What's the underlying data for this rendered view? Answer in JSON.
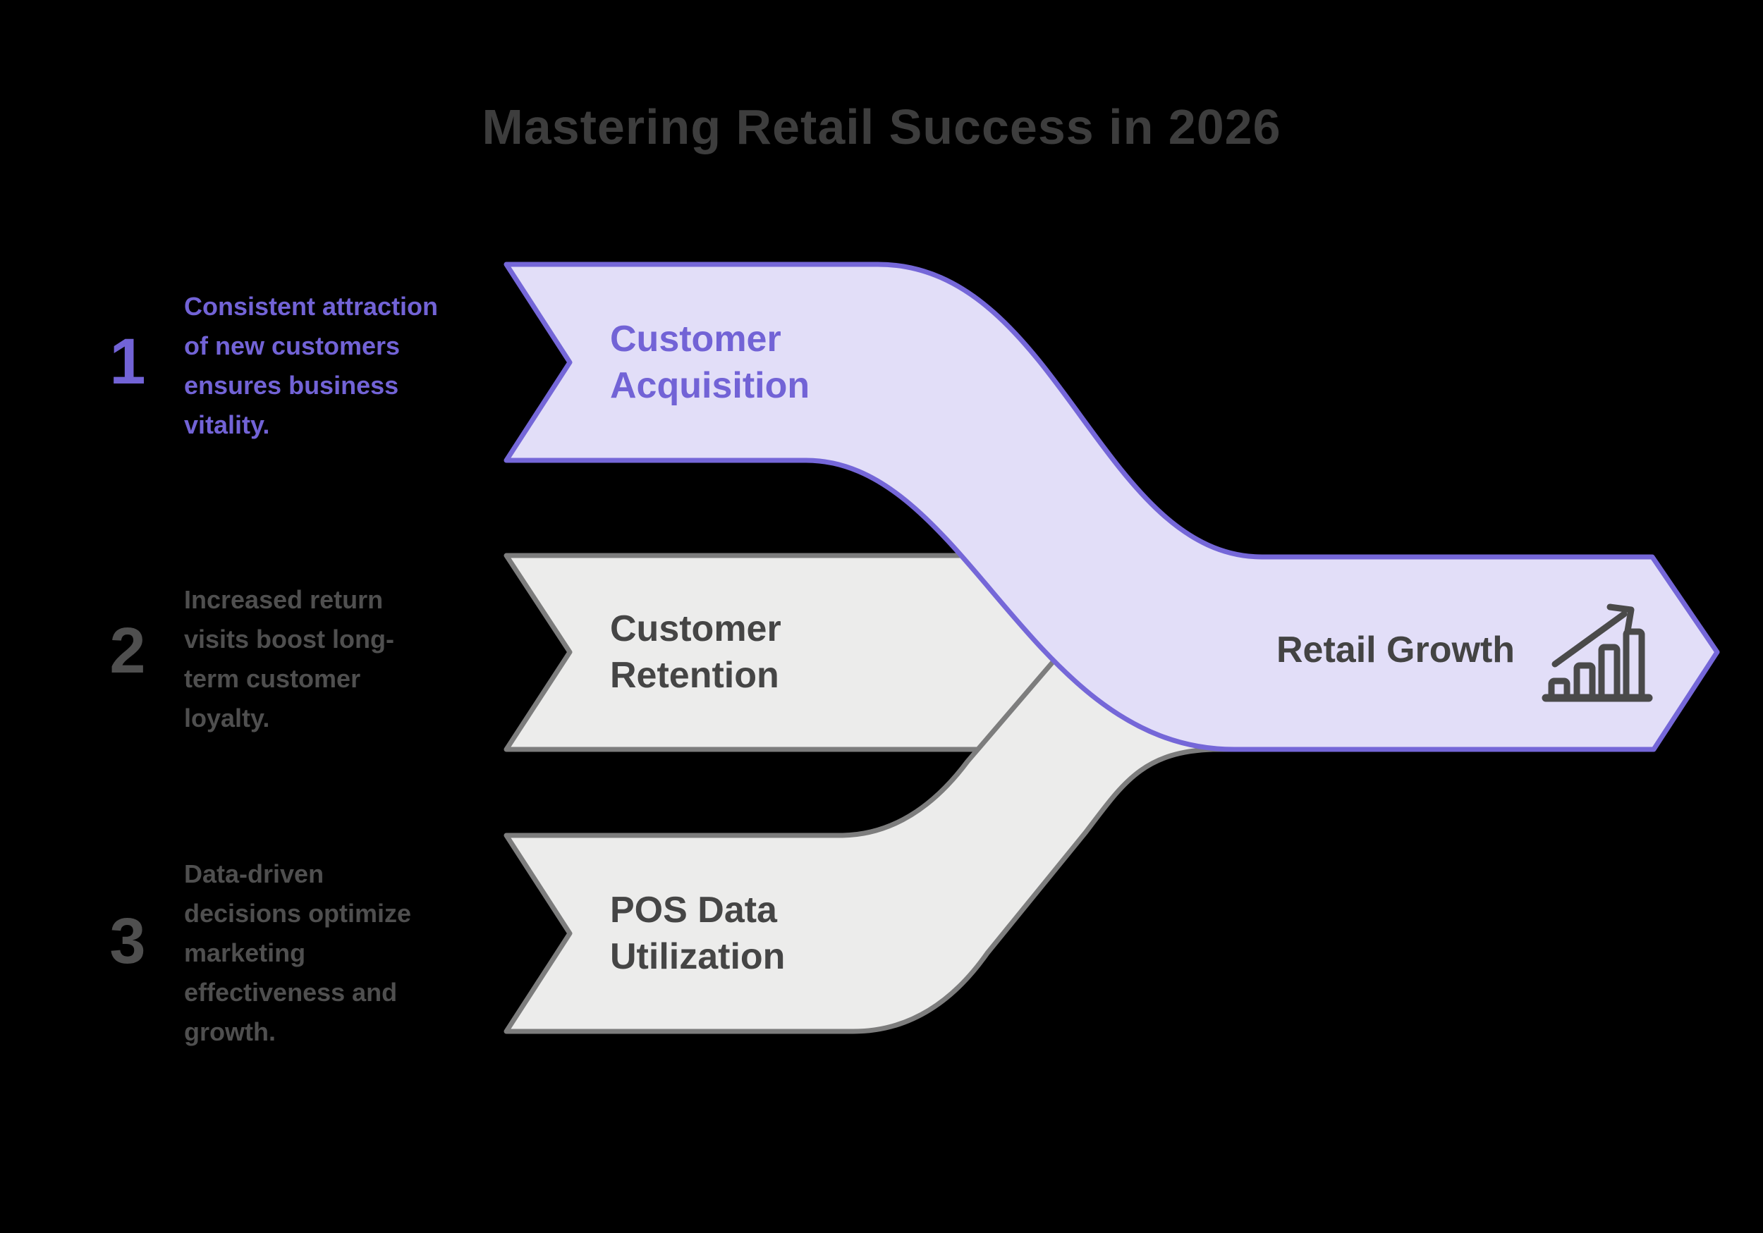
{
  "title": "Mastering Retail Success in 2026",
  "colors": {
    "purple_accent": "#7567d8",
    "purple_fill": "#e2def8",
    "gray_fill": "#ececeb",
    "gray_stroke": "#7d7d7d",
    "dark_text": "#454545",
    "background": "#000000"
  },
  "items": [
    {
      "number": "1",
      "description": "Consistent attraction\nof new customers\nensures business\nvitality.",
      "label": "Customer\nAcquisition"
    },
    {
      "number": "2",
      "description": "Increased return\nvisits boost long-\nterm customer\nloyalty.",
      "label": "Customer\nRetention"
    },
    {
      "number": "3",
      "description": "Data-driven\ndecisions optimize\nmarketing\neffectiveness and\ngrowth.",
      "label": "POS Data\nUtilization"
    }
  ],
  "result": {
    "label": "Retail Growth",
    "icon": "growth-bar-chart-icon"
  }
}
